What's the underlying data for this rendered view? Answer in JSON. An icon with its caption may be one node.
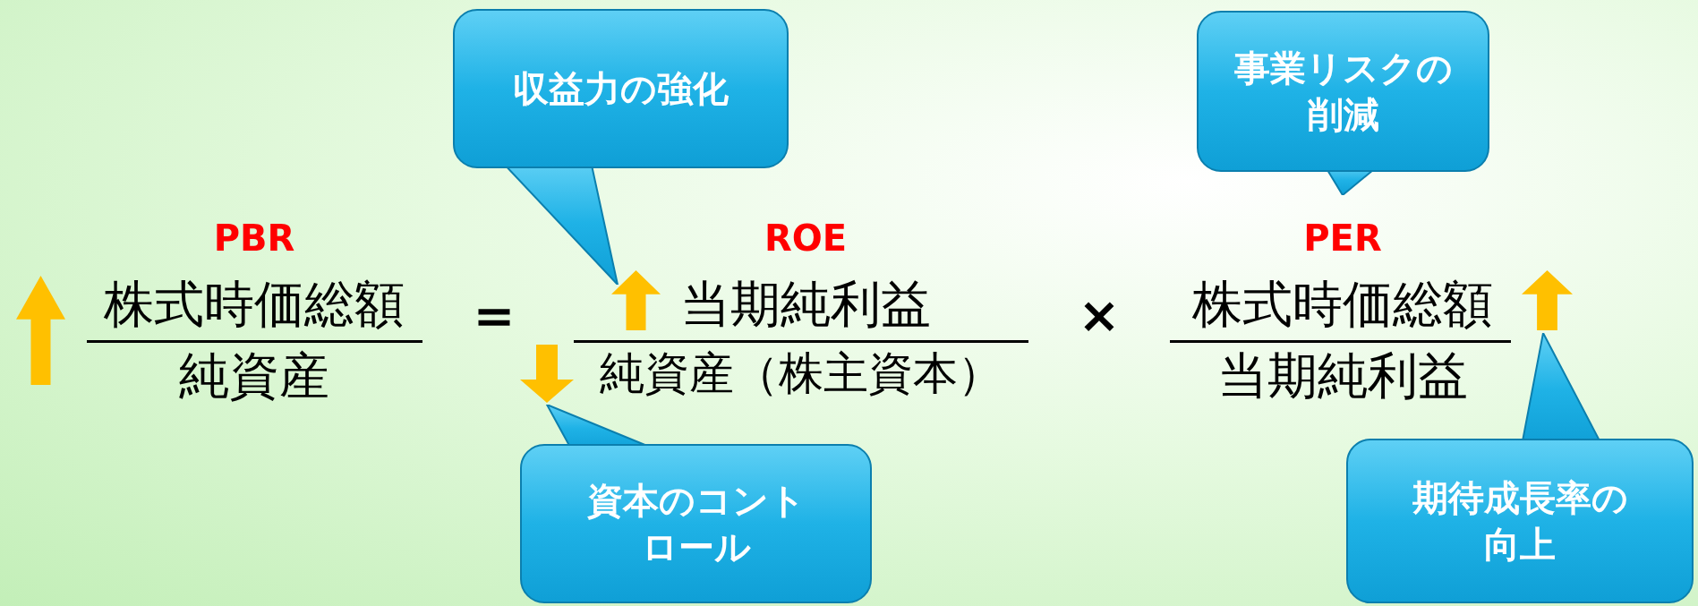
{
  "diagram": {
    "nodes": [
      {
        "text": [
          "収益力の強化"
        ]
      },
      {
        "text": [
          "事業リスクの削減"
        ]
      },
      {
        "text": [
          "資本のコントロール"
        ]
      },
      {
        "text": [
          "期待成長率の向上"
        ]
      }
    ],
    "labels": [
      "PBR",
      "株式時価総額",
      "純資産",
      "＝",
      "ROE",
      "当期純利益",
      "純資産（株主資本）",
      "×",
      "PER",
      "株式時価総額",
      "当期純利益"
    ]
  }
}
